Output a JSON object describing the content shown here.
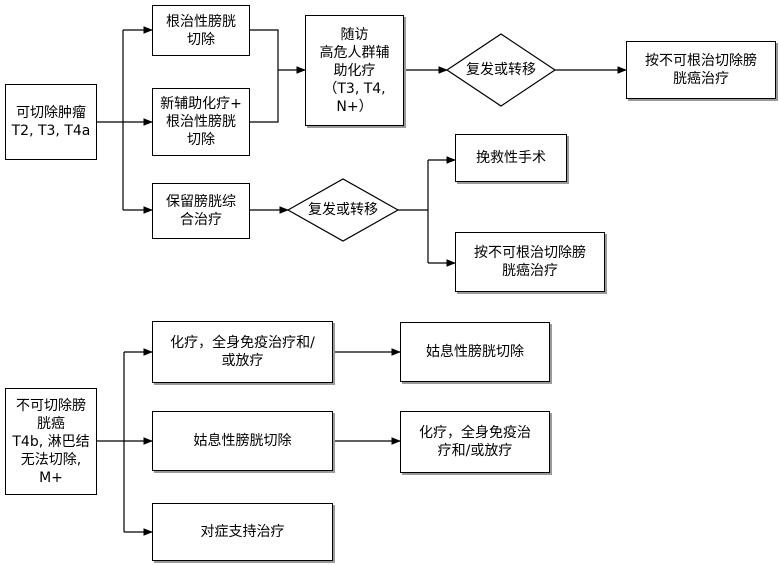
{
  "top": {
    "start": "可切除肿瘤\nT2, T3, T4a",
    "radical": "根治性膀胱\n切除",
    "neoadjuvant": "新辅助化疗+\n根治性膀胱\n切除",
    "followup": "随访\n高危人群辅\n助化疗\n（T3, T4,\nN+）",
    "decision1": "复发或转移",
    "unresectable1": "按不可根治切除膀\n胱癌治疗",
    "bladder_sparing": "保留膀胱综\n合治疗",
    "decision2": "复发或转移",
    "salvage": "挽救性手术",
    "unresectable2": "按不可根治切除膀\n胱癌治疗"
  },
  "bottom": {
    "start": "不可切除膀\n胱癌\nT4b, 淋巴结\n无法切除,\nM+",
    "chemo": "化疗，全身免疫治疗和/\n或放疗",
    "palliative1": "姑息性膀胱切除",
    "palliative2": "姑息性膀胱切除",
    "chemo2": "化疗，全身免疫治\n疗和/或放疗",
    "supportive": "对症支持治疗"
  }
}
